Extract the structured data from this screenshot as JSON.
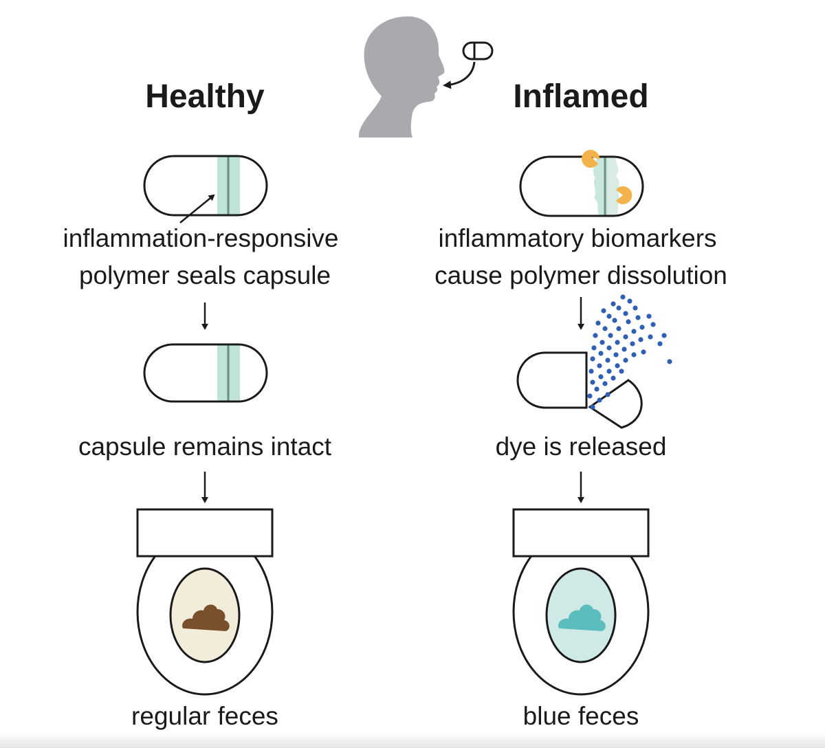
{
  "columns": {
    "healthy": {
      "header": "Healthy",
      "step1_line1": "inflammation-responsive",
      "step1_line2": "polymer seals capsule",
      "step2": "capsule remains intact",
      "step3": "regular feces"
    },
    "inflamed": {
      "header": "Inflamed",
      "step1_line1": "inflammatory biomarkers",
      "step1_line2": "cause polymer dissolution",
      "step2": "dye is released",
      "step3": "blue feces"
    }
  },
  "icons": {
    "head": "human-head-profile-icon",
    "pill": "small-pill-icon",
    "capsule": "capsule-icon",
    "enzyme": "pacman-enzyme-icon",
    "dye": "dye-dots-icon",
    "toilet": "toilet-icon",
    "feces": "feces-icon"
  },
  "colors": {
    "polymer_band": "#bfe3d6",
    "enzyme": "#f4b24a",
    "dye_dots": "#2f5fb3",
    "brown_feces": "#7a4f2b",
    "blue_feces": "#5bbdbd",
    "bowl_healthy": "#f2ecda",
    "bowl_inflamed": "#cfe9e7",
    "head_silhouette": "#a9aaad"
  }
}
